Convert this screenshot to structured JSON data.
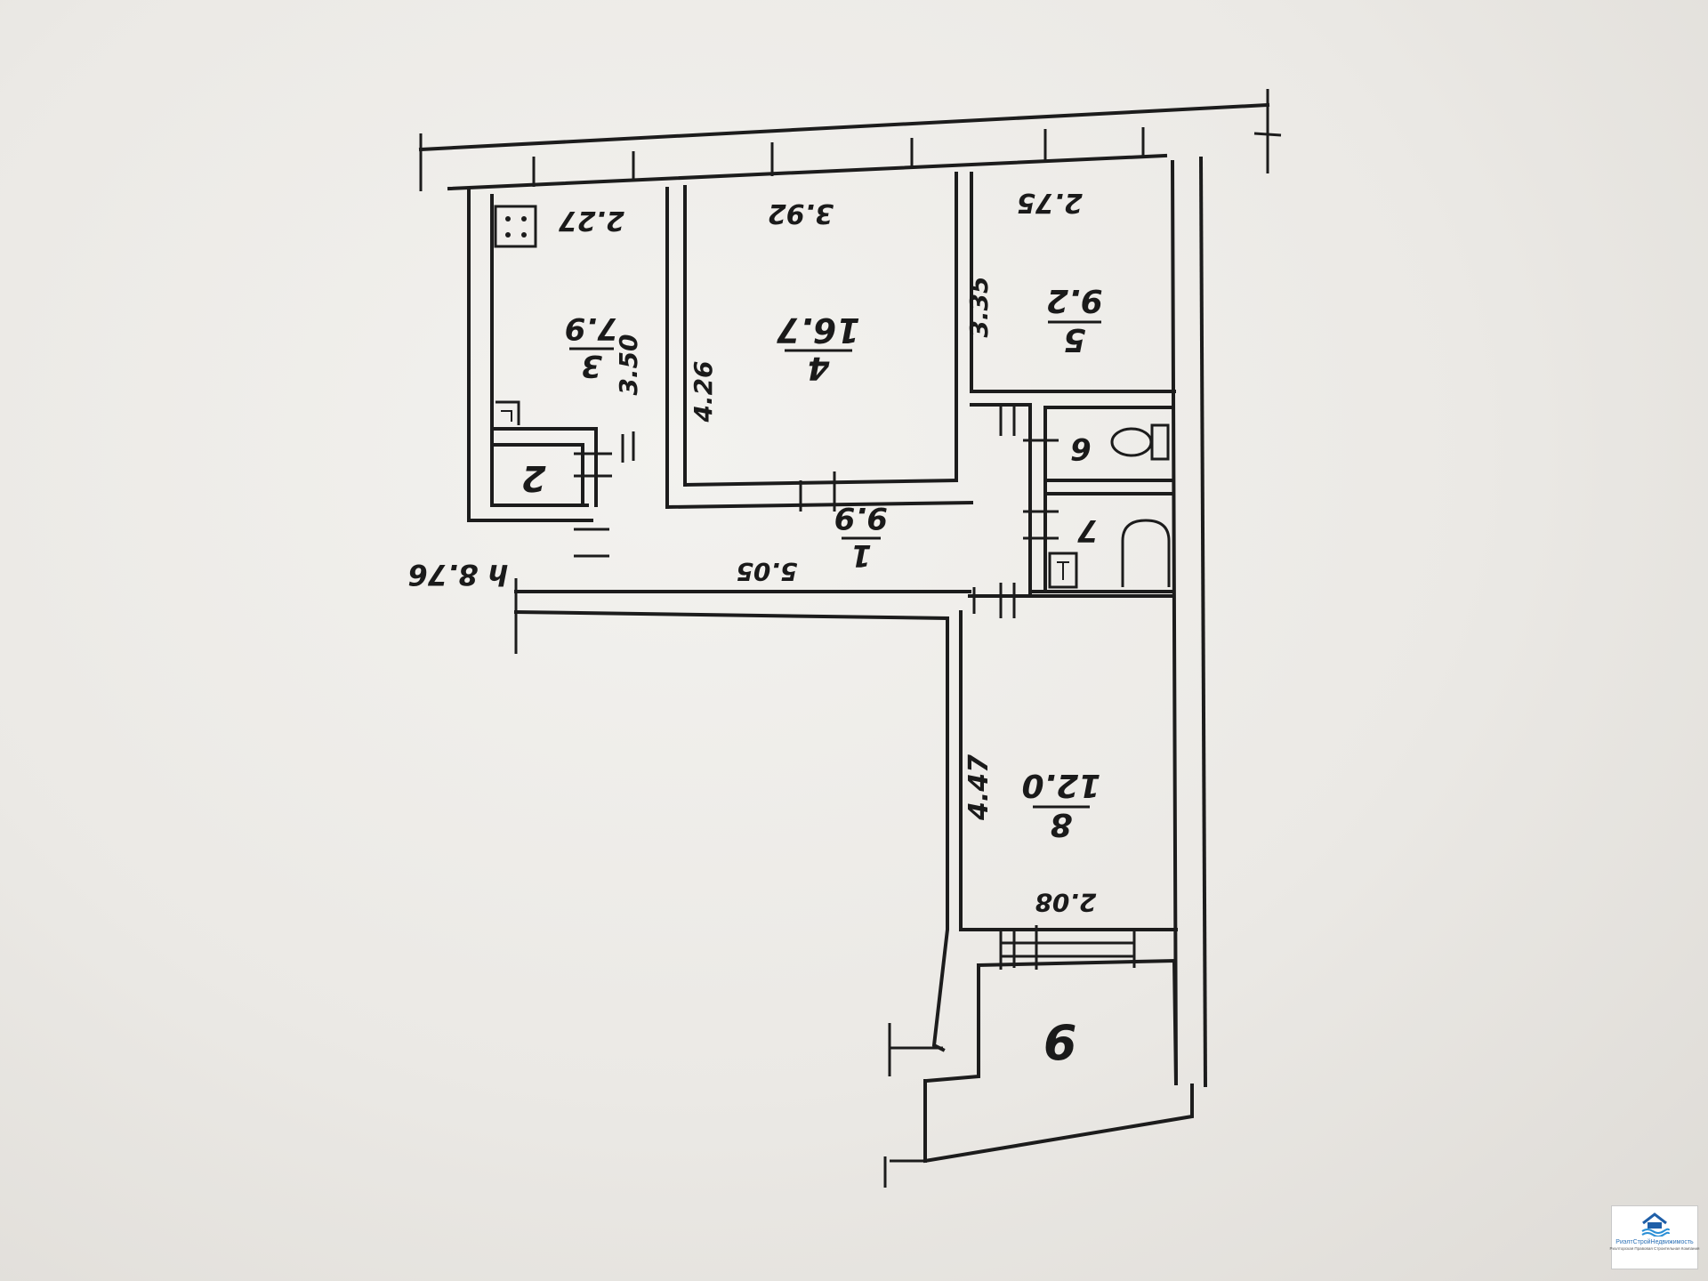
{
  "rooms": [
    {
      "id": "1",
      "number": "1",
      "area": "9.9"
    },
    {
      "id": "2",
      "number": "2"
    },
    {
      "id": "3",
      "number": "3",
      "area": "7.9"
    },
    {
      "id": "4",
      "number": "4",
      "area": "16.7"
    },
    {
      "id": "5",
      "number": "5",
      "area": "9.2"
    },
    {
      "id": "6",
      "number": "6"
    },
    {
      "id": "7",
      "number": "7"
    },
    {
      "id": "8",
      "number": "8",
      "area": "12.0"
    },
    {
      "id": "9",
      "number": "9"
    }
  ],
  "dimensions": {
    "kitchen_width": "2.27",
    "kitchen_length": "3.50",
    "living_width": "3.92",
    "living_length": "4.26",
    "bedroom_width": "2.75",
    "bedroom_length": "3.35",
    "hall_length": "5.05",
    "height": "h 8.76",
    "room8_length": "4.47",
    "room8_width": "2.08"
  },
  "fixtures": {
    "stove_icon": "stove-icon",
    "sink_icon": "sink-icon",
    "toilet_icon": "toilet-icon",
    "bathtub_icon": "bathtub-icon",
    "boiler_icon": "boiler-icon"
  },
  "logo": {
    "name": "РиэлтСтройНедвижимость",
    "tagline": "Риэлторская Правовая Строительная Компания",
    "colors": {
      "roof": "#1f5fa8",
      "waves": "#2a8fd6"
    }
  }
}
